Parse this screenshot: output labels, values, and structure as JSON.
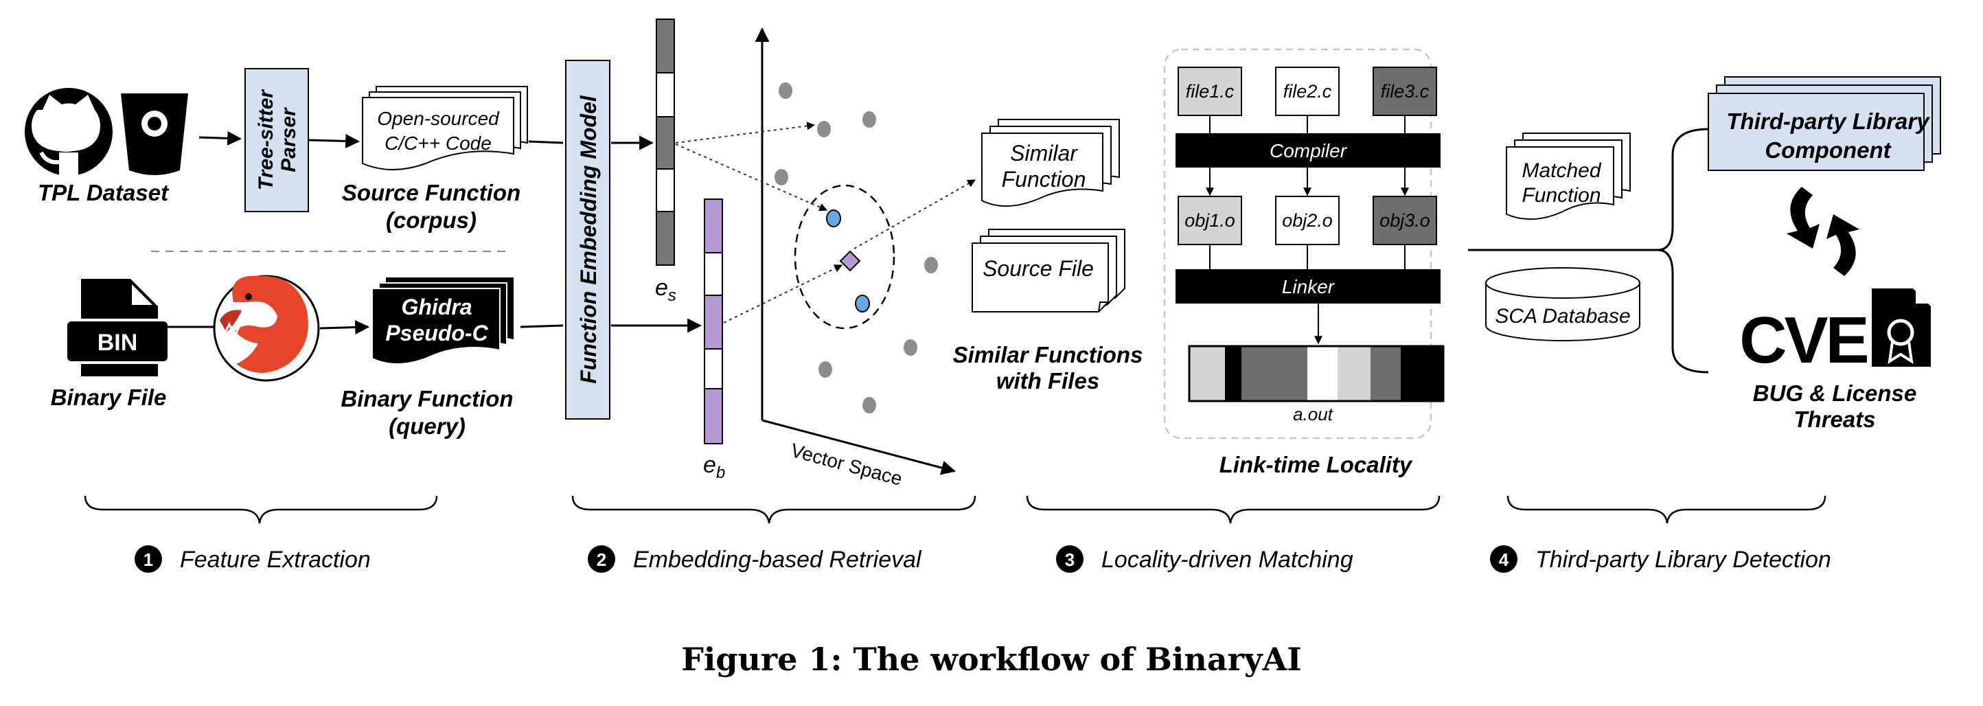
{
  "figure": {
    "caption": "Figure 1: The workflow of BinaryAI"
  },
  "stage1": {
    "tpl_dataset_label": "TPL Dataset",
    "tree_sitter_line1": "Tree-sitter",
    "tree_sitter_line2": "Parser",
    "source_doc_line1": "Open-sourced",
    "source_doc_line2": "C/C++ Code",
    "source_function_line1": "Source Function",
    "source_function_line2": "(corpus)",
    "bin_badge": "BIN",
    "binary_file_label": "Binary File",
    "ghidra_line1": "Ghidra",
    "ghidra_line2": "Pseudo-C",
    "binary_function_line1": "Binary Function",
    "binary_function_line2": "(query)"
  },
  "stage2": {
    "embedding_model_label": "Function Embedding Model",
    "es_base": "e",
    "es_sub": "s",
    "eb_base": "e",
    "eb_sub": "b",
    "vector_space_label": "Vector Space",
    "similar_function_line1": "Similar",
    "similar_function_line2": "Function",
    "source_file_label": "Source File",
    "similar_with_files_line1": "Similar Functions",
    "similar_with_files_line2": "with Files"
  },
  "stage3": {
    "files": [
      "file1.c",
      "file2.c",
      "file3.c"
    ],
    "compiler_label": "Compiler",
    "objs": [
      "obj1.o",
      "obj2.o",
      "obj3.o"
    ],
    "linker_label": "Linker",
    "aout_label": "a.out",
    "locality_label": "Link-time Locality"
  },
  "stage4": {
    "matched_line1": "Matched",
    "matched_line2": "Function",
    "sca_database_label": "SCA Database",
    "tpl_component_line1": "Third-party Library",
    "tpl_component_line2": "Component",
    "cve_label": "CVE",
    "threats_line1": "BUG & License",
    "threats_line2": "Threats"
  },
  "steps": [
    {
      "number": "1",
      "label": "Feature Extraction"
    },
    {
      "number": "2",
      "label": "Embedding-based Retrieval"
    },
    {
      "number": "3",
      "label": "Locality-driven Matching"
    },
    {
      "number": "4",
      "label": "Third-party Library Detection"
    }
  ],
  "colors": {
    "parser_fill": "#d6e1ef",
    "component_fill": "#d6e1ef",
    "embedding_purple": "#b49bd6",
    "point_gray": "#8c8c8c",
    "point_blue": "#6ea6e0",
    "dark": "#000000"
  }
}
